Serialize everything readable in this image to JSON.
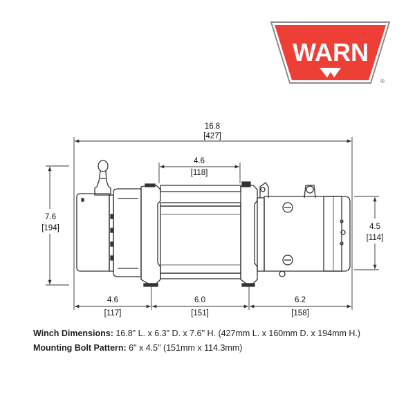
{
  "logo": {
    "text": "WARN",
    "mark": "®"
  },
  "dimensions": {
    "overall_length": {
      "in": "16.8",
      "mm": "[427]"
    },
    "drum_width": {
      "in": "4.6",
      "mm": "[118]"
    },
    "height": {
      "in": "7.6",
      "mm": "[194]"
    },
    "motor_height": {
      "in": "4.5",
      "mm": "[114]"
    },
    "left_offset": {
      "in": "4.6",
      "mm": "[117]"
    },
    "bolt_spacing": {
      "in": "6.0",
      "mm": "[151]"
    },
    "motor_length": {
      "in": "6.2",
      "mm": "[158]"
    }
  },
  "specs": [
    {
      "label": "Winch Dimensions:",
      "value": "16.8\" L. x 6.3\" D. x 7.6\" H. (427mm L. x 160mm D. x 194mm H.)"
    },
    {
      "label": "Mounting Bolt Pattern:",
      "value": "6\" x 4.5\" (151mm x 114.3mm)"
    }
  ],
  "colors": {
    "brand_red": "#ee3f36",
    "brand_border": "#8c8c8c",
    "line": "#333333"
  }
}
